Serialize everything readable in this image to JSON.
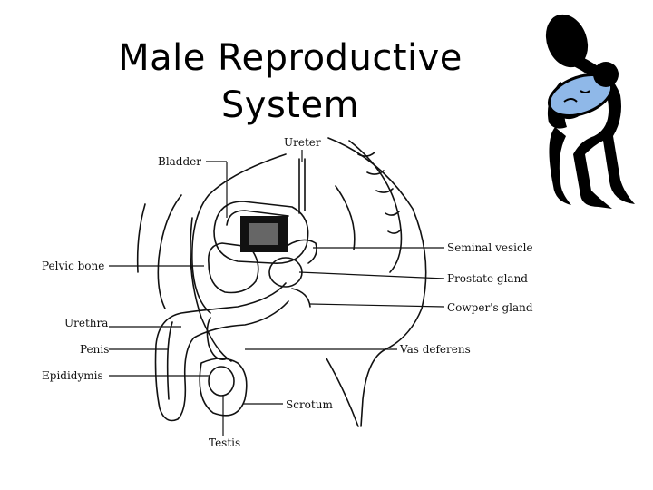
{
  "title": {
    "line1": "Male Reproductive",
    "line2": "System"
  },
  "labels": {
    "ureter": "Ureter",
    "bladder": "Bladder",
    "seminal_vesicle": "Seminal vesicle",
    "pelvic_bone": "Pelvic bone",
    "prostate_gland": "Prostate gland",
    "cowpers_gland": "Cowper's gland",
    "urethra": "Urethra",
    "penis": "Penis",
    "vas_deferens": "Vas deferens",
    "epididymis": "Epididymis",
    "scrotum": "Scrotum",
    "testis": "Testis"
  },
  "colors": {
    "line": "#111111",
    "figure": "#000000",
    "baby_wrap": "#8fb8e8"
  }
}
